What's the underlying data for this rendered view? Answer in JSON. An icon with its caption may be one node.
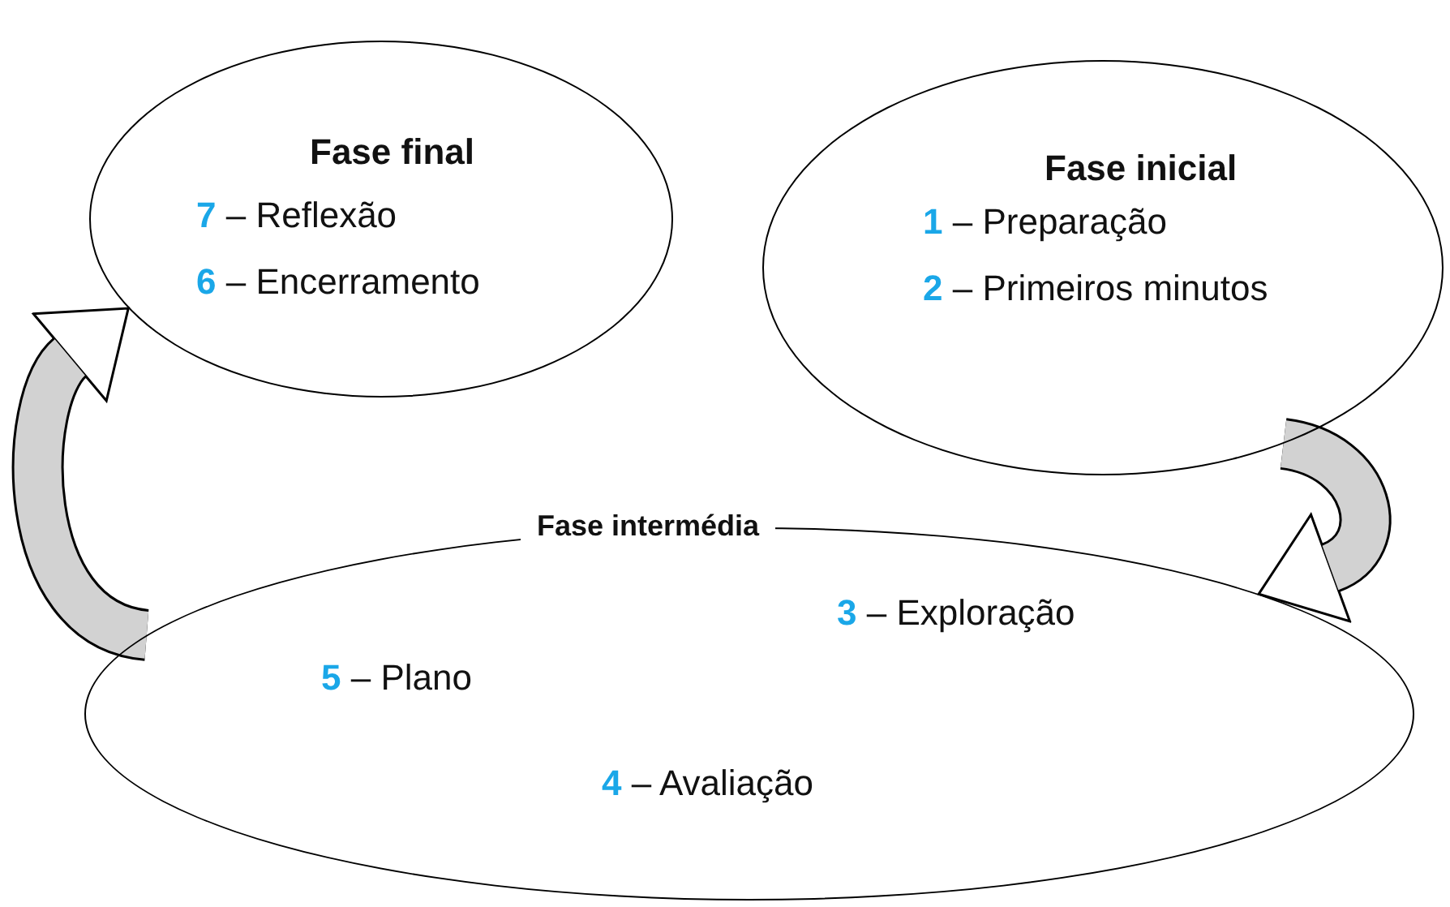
{
  "diagram": {
    "nodes": [
      {
        "text": [
          "Fase final",
          "**7** – Reflexão",
          "**6** – Encerramento"
        ]
      },
      {
        "text": [
          "Fase inicial",
          "**1** – Preparação",
          "**2** – Primeiros minutos"
        ]
      },
      {
        "text": [
          "Fase intermédia",
          "**3** – Exploração",
          "**5** – Plano",
          "**4** – Avaliação"
        ]
      }
    ],
    "edges": [
      {
        "from": 1,
        "to": 2,
        "arrow": "to"
      },
      {
        "from": 2,
        "to": 0,
        "arrow": "to"
      }
    ]
  }
}
